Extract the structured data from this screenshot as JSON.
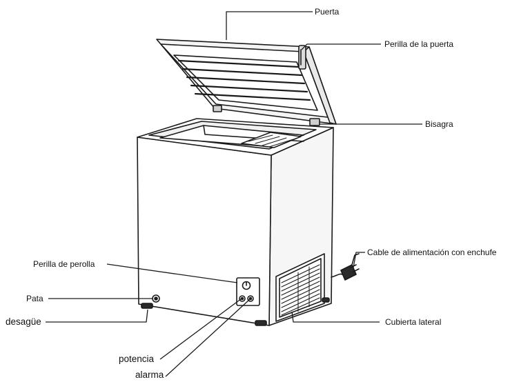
{
  "labels": {
    "puerta": "Puerta",
    "perilla_puerta": "Perilla de la puerta",
    "bisagra": "Bisagra",
    "cable": "Cable de alimentación con enchufe",
    "perilla_perolla": "Perilla de perolla",
    "pata": "Pata",
    "desague": "desagüe",
    "cubierta_lateral": "Cubierta lateral",
    "potencia": "potencia",
    "alarma": "alarma"
  },
  "colors": {
    "line": "#1a1a1a",
    "fill": "#ffffff",
    "shade": "#f2f2f2"
  }
}
